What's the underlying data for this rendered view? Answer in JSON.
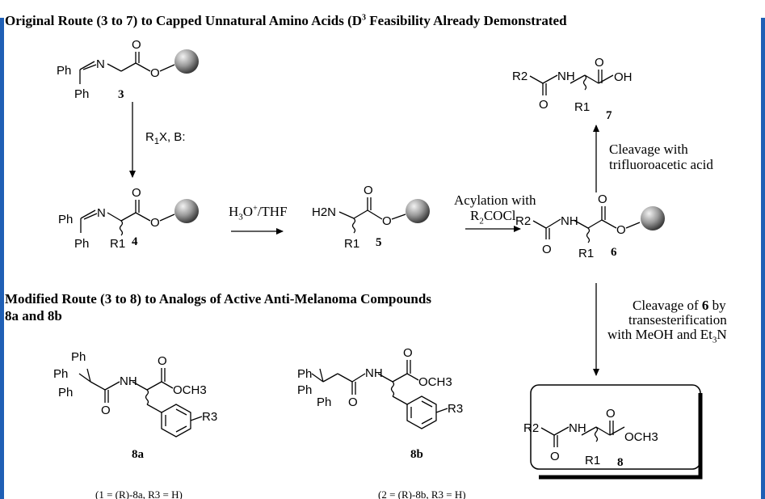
{
  "headings": {
    "original_route_a": "Original Route (3 to 7) to Capped Unnatural Amino Acids (D",
    "original_route_sup": "3",
    "original_route_b": " Feasibility Already Demonstrated",
    "modified_route_line1": "Modified Route (3 to 8) to Analogs of Active Anti-Melanoma Compounds",
    "modified_route_line2": "8a and 8b"
  },
  "reagents": {
    "alkylation": "R",
    "alkylation_sub": "1",
    "alkylation_rest": "X, B:",
    "hydrolysis_a": "H",
    "hydrolysis_sub": "3",
    "hydrolysis_b": "O",
    "hydrolysis_sup": "+",
    "hydrolysis_c": "/THF",
    "acylation_line1": "Acylation with",
    "acylation_line2_a": "R",
    "acylation_line2_sub": "2",
    "acylation_line2_b": "COCl",
    "cleavage_tfa_line1": "Cleavage with",
    "cleavage_tfa_line2": "trifluoroacetic acid",
    "cleavage_trans_line1_a": "Cleavage of ",
    "cleavage_trans_line1_b": "6",
    "cleavage_trans_line1_c": " by",
    "cleavage_trans_line2": "transesterification",
    "cleavage_trans_line3_a": "with MeOH and Et",
    "cleavage_trans_line3_sub": "3",
    "cleavage_trans_line3_b": "N"
  },
  "compounds": {
    "c3": "3",
    "c4": "4",
    "c5": "5",
    "c6": "6",
    "c7": "7",
    "c8": "8",
    "c8a": "8a",
    "c8b": "8b",
    "c8a_caption": "(1 = (R)-8a, R3 = H)",
    "c8b_caption": "(2 = (R)-8b, R3 = H)"
  },
  "atoms": {
    "ph": "Ph",
    "n": "N",
    "o": "O",
    "nh": "NH",
    "h2n": "H2N",
    "oh": "OH",
    "och3": "OCH3",
    "r1": "R1",
    "r2": "R2",
    "r3": "R3"
  },
  "colors": {
    "border": "#1f5fb5",
    "bead_light": "#e6e6e6",
    "bead_dark": "#5a5a5a"
  }
}
